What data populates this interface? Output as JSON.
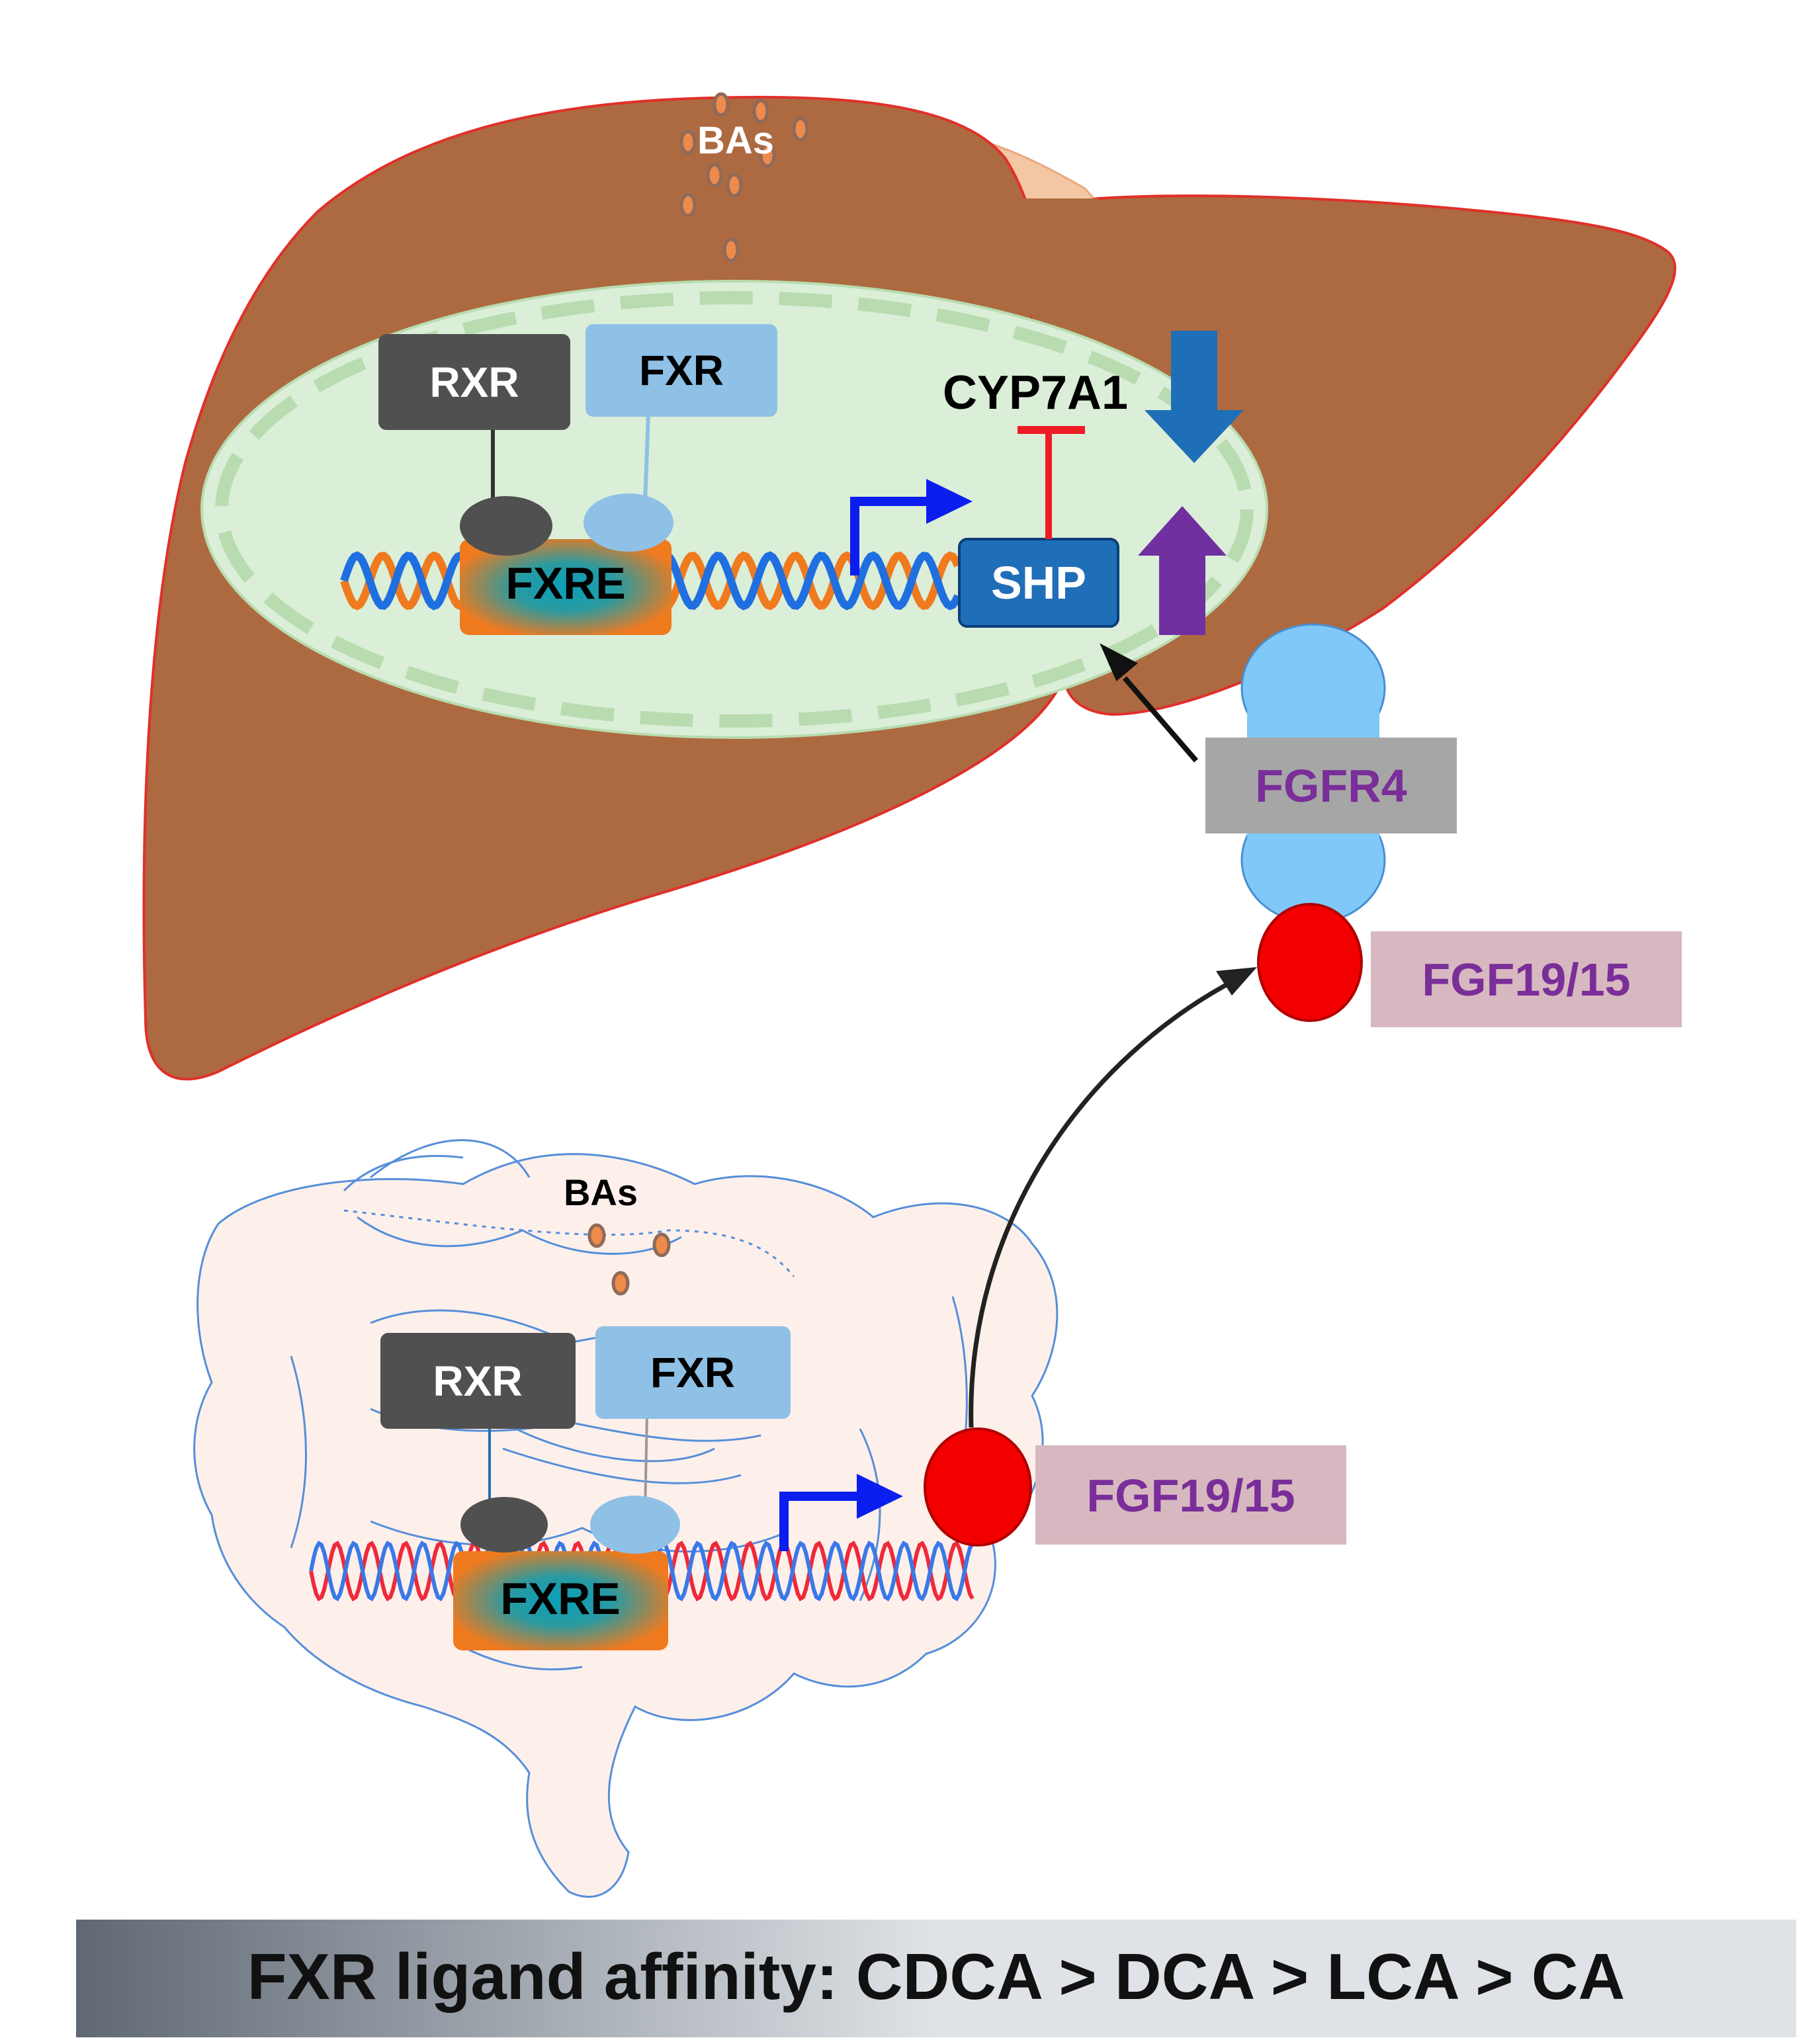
{
  "liver": {
    "bas_label": "BAs",
    "rxr_label": "RXR",
    "fxr_label": "FXR",
    "fxre_label": "FXRE",
    "shp_label": "SHP",
    "cyp_label": "CYP7A1",
    "fgfr4_label": "FGFR4",
    "fgf_label": "FGF19/15"
  },
  "intestine": {
    "bas_label": "BAs",
    "rxr_label": "RXR",
    "fxr_label": "FXR",
    "fxre_label": "FXRE",
    "fgf_label": "FGF19/15"
  },
  "footer": {
    "text": "FXR ligand affinity: CDCA > DCA > LCA > CA"
  },
  "colors": {
    "liver_fill": "#ad6a40",
    "liver_stroke": "#e0302a",
    "gallbladder": "#f4c7a4",
    "nucleus_fill": "#dbeed8",
    "rxr": "#505050",
    "fxr": "#8fc0e6",
    "fxre_orange": "#f07a1e",
    "fxre_center": "#18a6b0",
    "shp": "#1f6fb8",
    "fgf_red": "#f20000",
    "receptor_blue": "#7fc8f8",
    "label_purple": "#7a2e99",
    "fgfr4_box": "#a6a6a6",
    "fgf_box": "#d8b8c0",
    "footer_dark": "#6e7784"
  }
}
